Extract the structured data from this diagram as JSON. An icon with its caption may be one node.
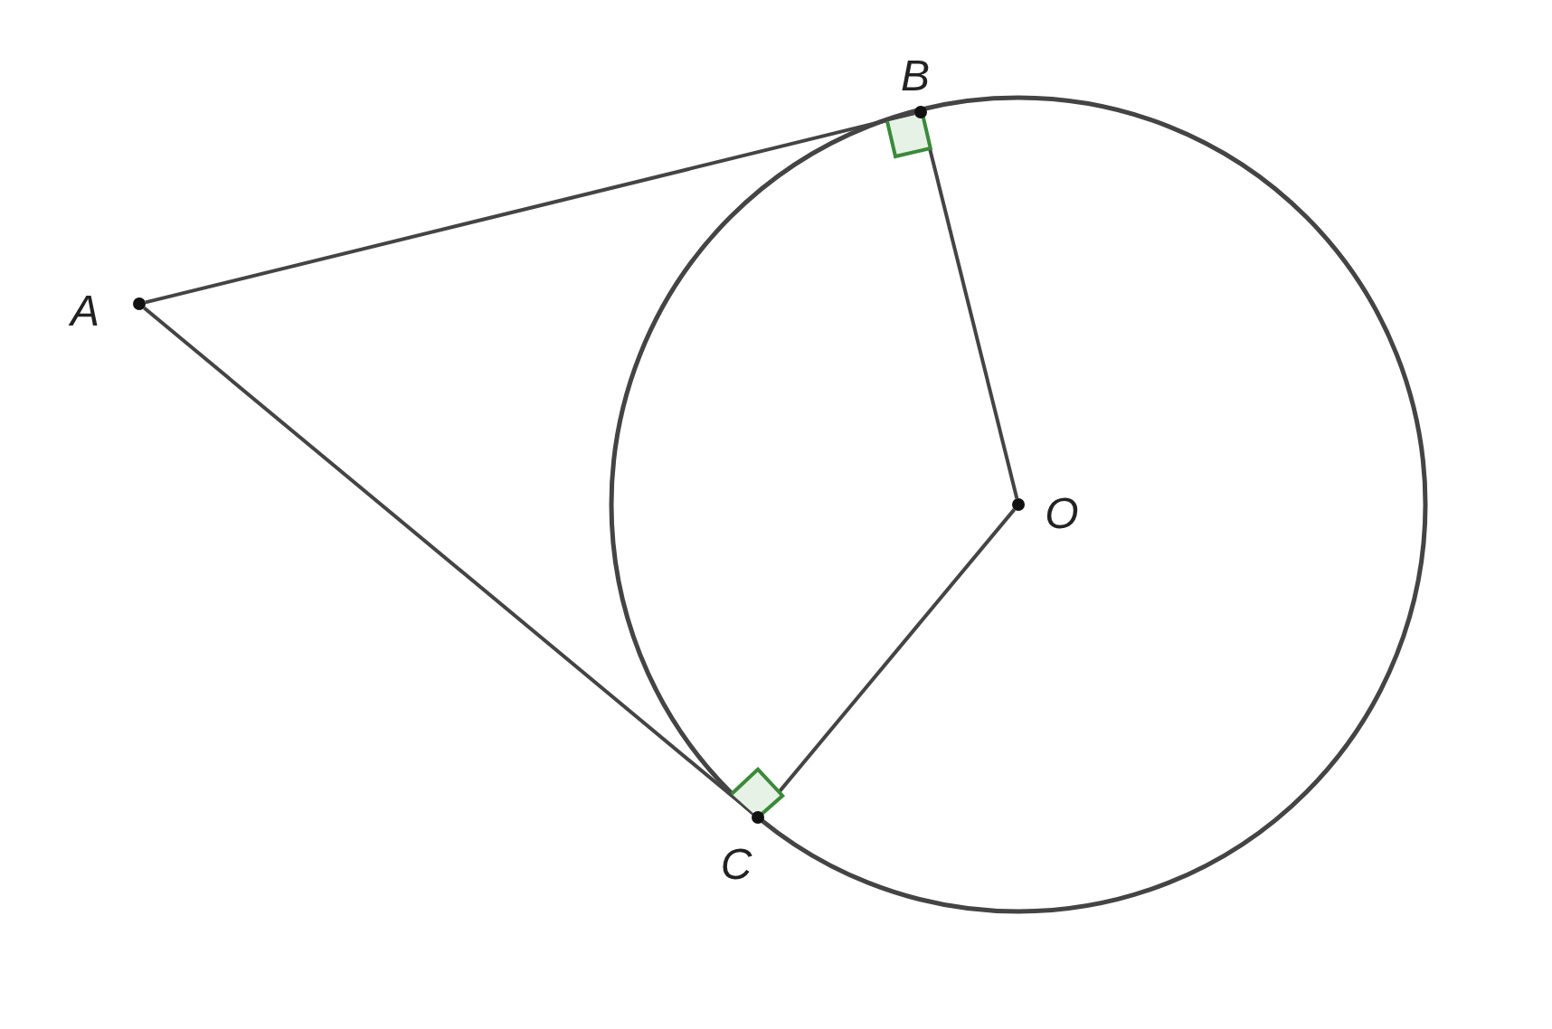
{
  "diagram": {
    "nodes": [
      {
        "text": [
          "A"
        ]
      },
      {
        "text": [
          "B"
        ]
      },
      {
        "text": [
          "C"
        ]
      },
      {
        "text": [
          "O"
        ]
      }
    ],
    "edges": [
      {
        "from": 0,
        "to": 1,
        "arrow": "none"
      },
      {
        "from": 0,
        "to": 2,
        "arrow": "none"
      },
      {
        "from": 1,
        "to": 3,
        "arrow": "none"
      },
      {
        "from": 2,
        "to": 3,
        "arrow": "none"
      }
    ]
  }
}
